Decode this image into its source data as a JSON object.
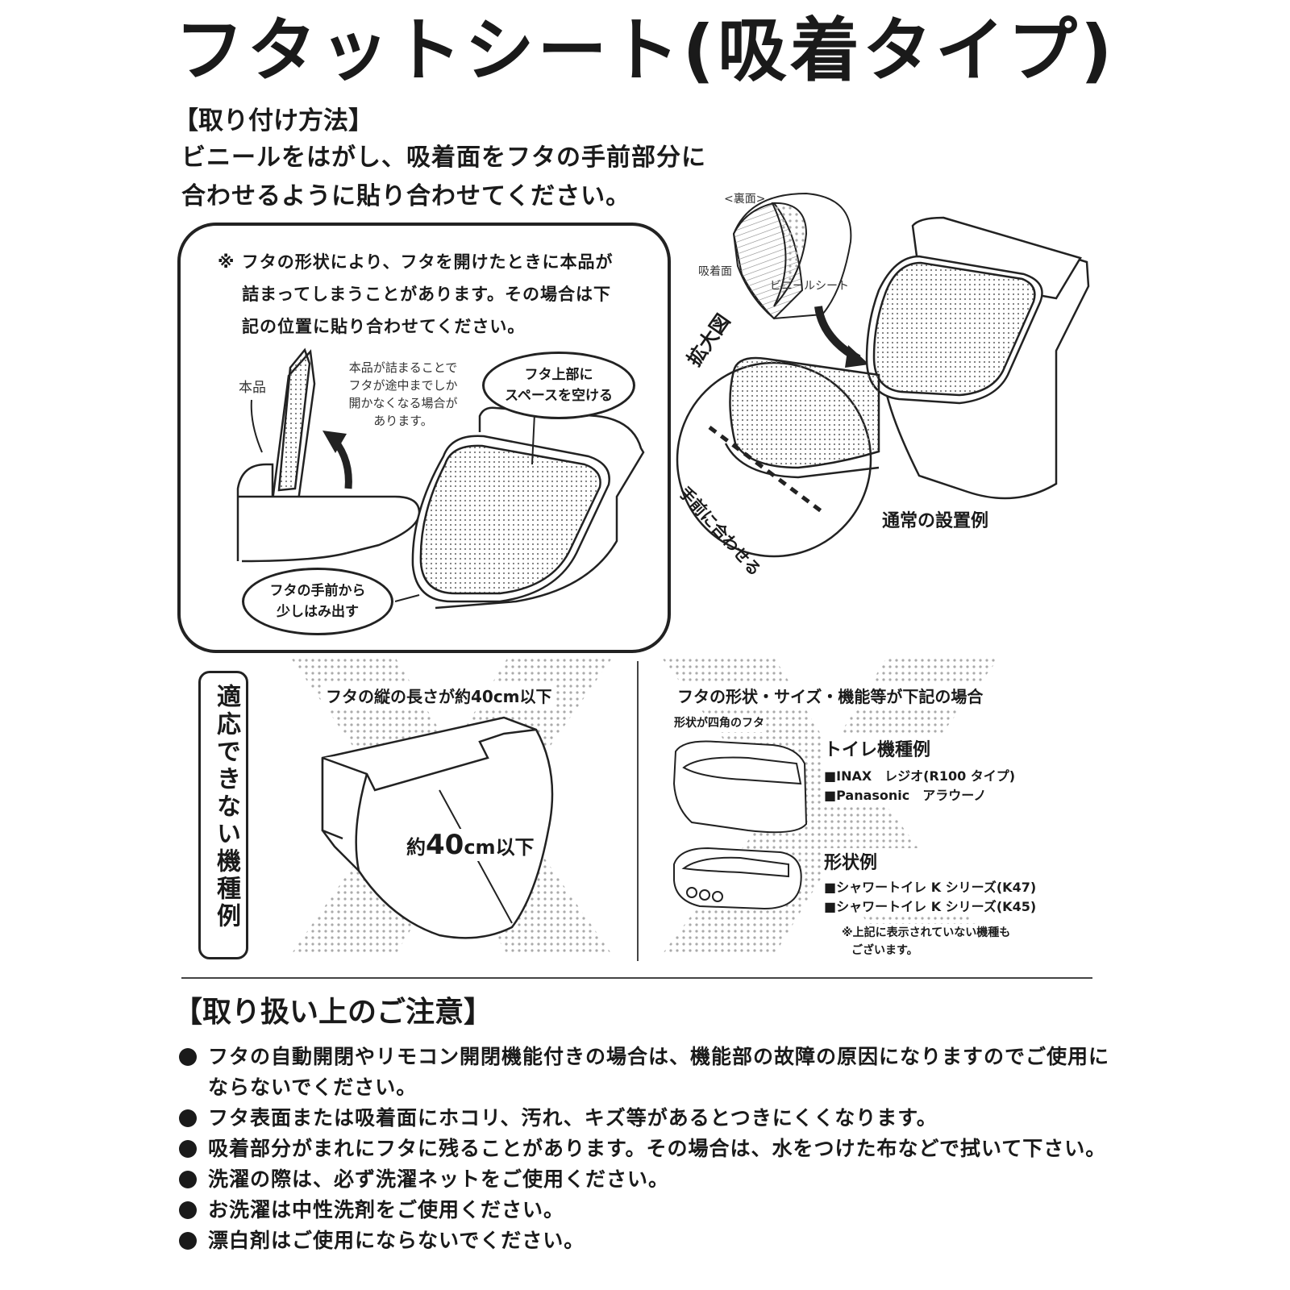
{
  "title": "フタットシート(吸着タイプ)",
  "install": {
    "heading": "【取り付け方法】",
    "lines": [
      "ビニールをはがし、吸着面をフタの手前部分に",
      "合わせるように貼り合わせてください。"
    ]
  },
  "panel": {
    "note_lines": [
      "※ フタの形状により、フタを開けたときに本品が",
      "詰まってしまうことがあります。その場合は下",
      "記の位置に貼り合わせてください。"
    ],
    "label_product": "本品",
    "jam_lines": [
      "本品が詰まることで",
      "フタが途中までしか",
      "開かなくなる場合が",
      "あります。"
    ],
    "bubble_top_lines": [
      "フタ上部に",
      "スペースを空ける"
    ],
    "bubble_bottom_lines": [
      "フタの手前から",
      "少しはみ出す"
    ]
  },
  "right_diagram": {
    "back_label": "<裏面>",
    "suction_label": "吸着面",
    "vinyl_label": "ビニールシート",
    "zoom_label": "拡大図",
    "align_label": "手前に合わせる",
    "normal_label": "通常の設置例"
  },
  "not_applicable": {
    "side_label": "適応できない機種例",
    "left_heading": "フタの縦の長さが約40cm以下",
    "measure_prefix": "約",
    "measure_value": "40",
    "measure_unit": "cm",
    "measure_suffix": "以下",
    "right_heading": "フタの形状・サイズ・機能等が下記の場合",
    "square_lid_label": "形状が四角のフタ",
    "toilet_examples_heading": "トイレ機種例",
    "toilet_examples": [
      "■INAX　レジオ(R100 タイプ)",
      "■Panasonic　アラウーノ"
    ],
    "shape_examples_heading": "形状例",
    "shape_examples": [
      "■シャワートイレ K シリーズ(K47)",
      "■シャワートイレ K シリーズ(K45)"
    ],
    "footnote_lines": [
      "※上記に表示されていない機種も",
      "ございます。"
    ]
  },
  "cautions": {
    "heading": "【取り扱い上のご注意】",
    "items": [
      {
        "line1": "フタの自動開閉やリモコン開閉機能付きの場合は、機能部の故障の原因になりますのでご使用に",
        "line2": "ならないでください。"
      },
      {
        "line1": "フタ表面または吸着面にホコリ、汚れ、キズ等があるとつきにくくなります。"
      },
      {
        "line1": "吸着部分がまれにフタに残ることがあります。その場合は、水をつけた布などで拭いて下さい。"
      },
      {
        "line1": "洗濯の際は、必ず洗濯ネットをご使用ください。"
      },
      {
        "line1": "お洗濯は中性洗剤をご使用ください。"
      },
      {
        "line1": "漂白剤はご使用にならないでください。"
      }
    ]
  }
}
